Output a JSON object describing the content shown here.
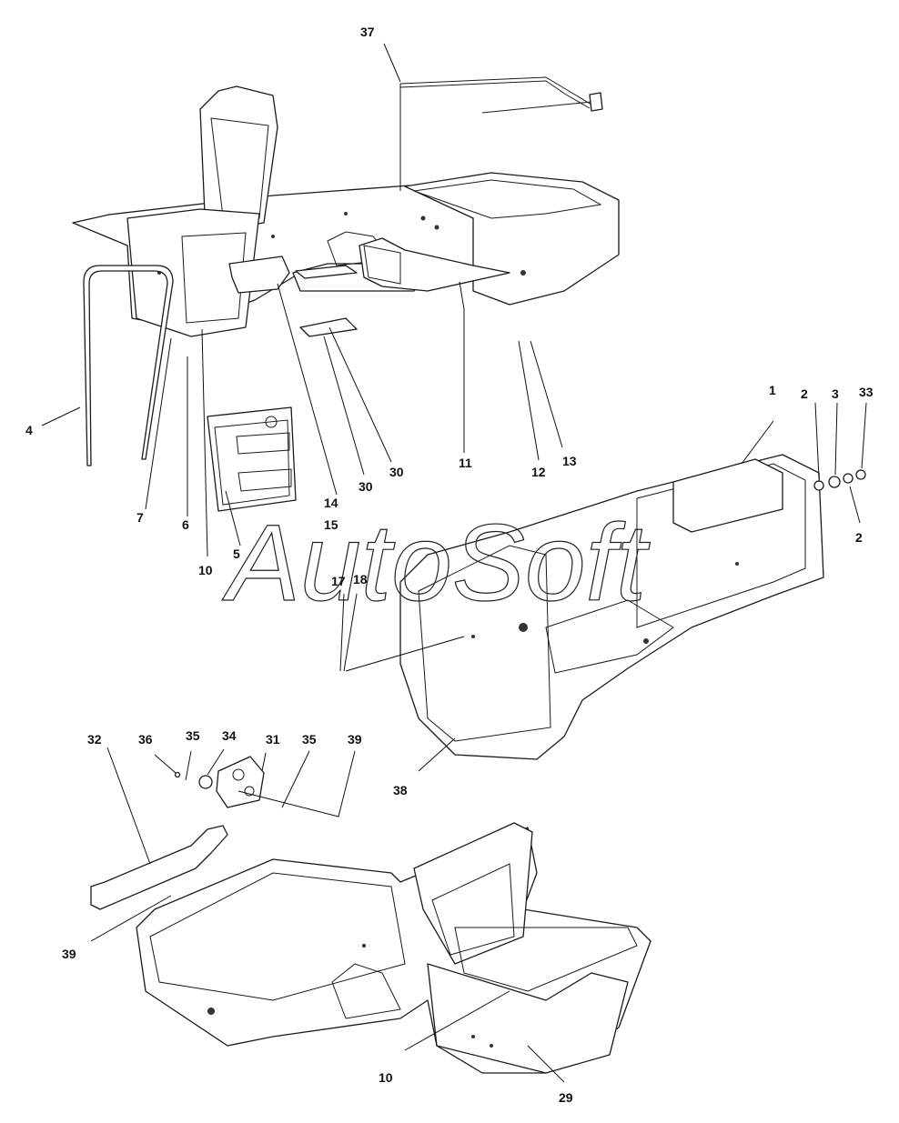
{
  "watermark": "AutoSoft",
  "callouts": {
    "c37": "37",
    "c4": "4",
    "c7": "7",
    "c6": "6",
    "c10a": "10",
    "c5": "5",
    "c14": "14",
    "c15": "15",
    "c30a": "30",
    "c30b": "30",
    "c11": "11",
    "c12": "12",
    "c13": "13",
    "c1": "1",
    "c2a": "2",
    "c3": "3",
    "c33": "33",
    "c2b": "2",
    "c17": "17",
    "c18": "18",
    "c38": "38",
    "c32": "32",
    "c36": "36",
    "c35a": "35",
    "c34": "34",
    "c31": "31",
    "c35b": "35",
    "c39a": "39",
    "c39b": "39",
    "c10b": "10",
    "c29": "29"
  }
}
